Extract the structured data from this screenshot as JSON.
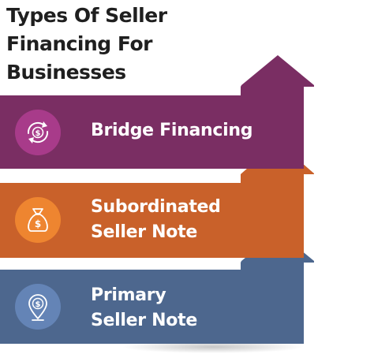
{
  "title": {
    "line1": "Types Of Seller",
    "line2": "Financing For",
    "line3": "Businesses"
  },
  "steps": [
    {
      "line1": "Bridge Financing",
      "line2": "",
      "icon": "dollar-cycle-icon",
      "color": "#7a2e63",
      "icon_bg": "#a83b8a"
    },
    {
      "line1": "Subordinated",
      "line2": "Seller Note",
      "icon": "money-bag-icon",
      "color": "#c9612a",
      "icon_bg": "#ee8530"
    },
    {
      "line1": "Primary",
      "line2": "Seller Note",
      "icon": "location-pin-dollar-icon",
      "color": "#4d678e",
      "icon_bg": "#6484b6"
    }
  ]
}
